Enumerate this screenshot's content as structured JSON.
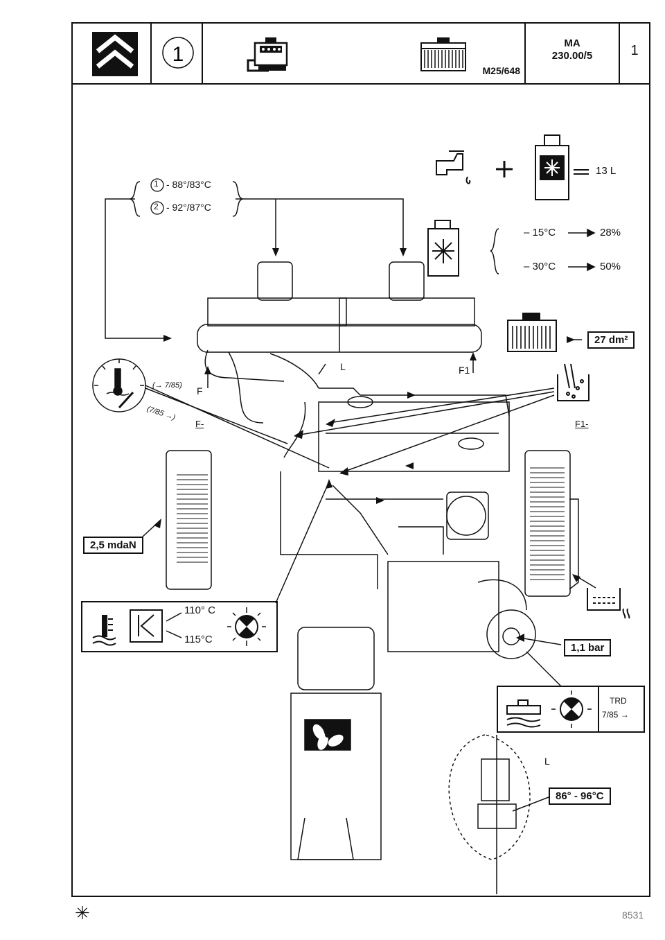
{
  "header": {
    "circle_number": "1",
    "model_code": "M25/648",
    "ref_line1": "MA",
    "ref_line2": "230.00/5",
    "page_number": "1"
  },
  "thermostat": {
    "line1_num": "1",
    "line1_text": "- 88°/83°C",
    "line2_num": "2",
    "line2_text": "- 92°/87°C"
  },
  "coolant": {
    "capacity": "13 L",
    "mix1_temp": "– 15°C",
    "mix1_pct": "28%",
    "mix2_temp": "– 30°C",
    "mix2_pct": "50%"
  },
  "radiator_area": "27 dm²",
  "labels": {
    "L_top": "L",
    "F1_top": "F1",
    "F_top": "F",
    "date_a": "(→ 7/85)",
    "date_b": "(7/85 →)",
    "F_minus": "F-",
    "F1_minus": "F1-",
    "torque": "2,5 mdaN",
    "fan_on": "110° C",
    "fan_high": "115°C",
    "cap_pressure": "1,1 bar",
    "trd": "TRD",
    "trd_date": "7/85 →",
    "L_bottom": "L",
    "thermostat_range": "86° - 96°C"
  },
  "footer": {
    "star": "✳",
    "code": "8531"
  }
}
